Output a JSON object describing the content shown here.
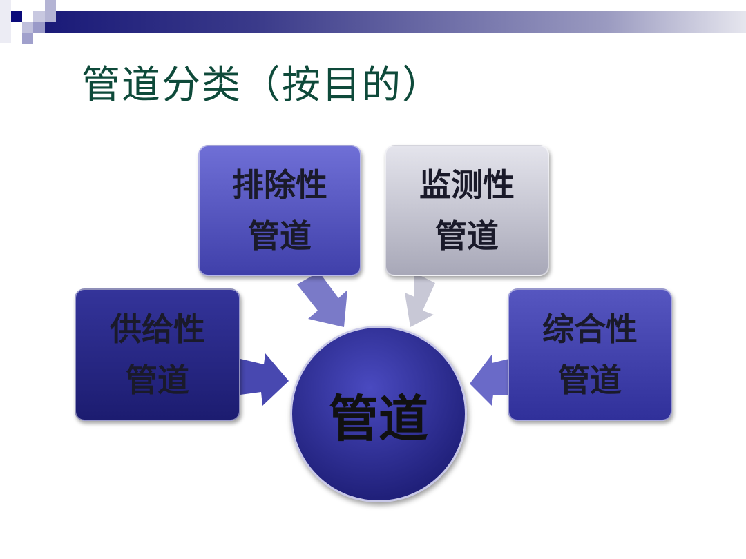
{
  "title": "管道分类（按目的）",
  "center": "管道",
  "nodes": {
    "exclusion": {
      "line1": "排除性",
      "line2": "管道"
    },
    "monitoring": {
      "line1": "监测性",
      "line2": "管道"
    },
    "supply": {
      "line1": "供给性",
      "line2": "管道"
    },
    "comprehensive": {
      "line1": "综合性",
      "line2": "管道"
    }
  }
}
